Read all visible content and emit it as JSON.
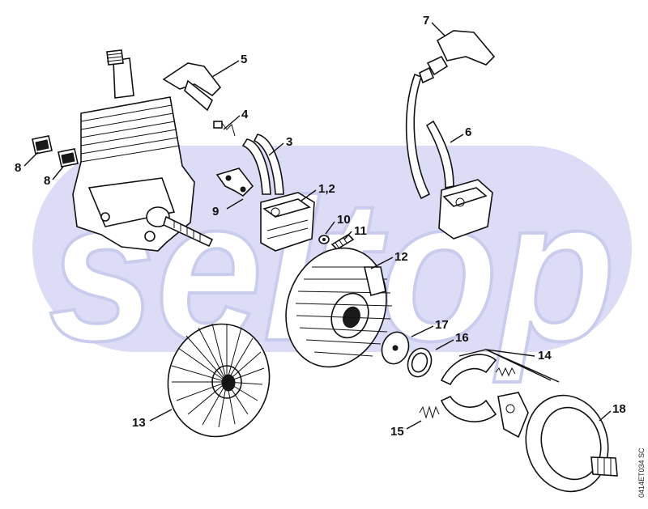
{
  "watermark": "seltop",
  "diagram_code": "0414ET034 SC",
  "callouts": {
    "c1_2": "1,2",
    "c3": "3",
    "c4": "4",
    "c5": "5",
    "c6": "6",
    "c7": "7",
    "c8a": "8",
    "c8b": "8",
    "c9": "9",
    "c10": "10",
    "c11": "11",
    "c12": "12",
    "c13": "13",
    "c14": "14",
    "c15": "15",
    "c16": "16",
    "c17": "17",
    "c18": "18"
  },
  "colors": {
    "watermark_band": "#dcdcf6",
    "line": "#111111"
  }
}
